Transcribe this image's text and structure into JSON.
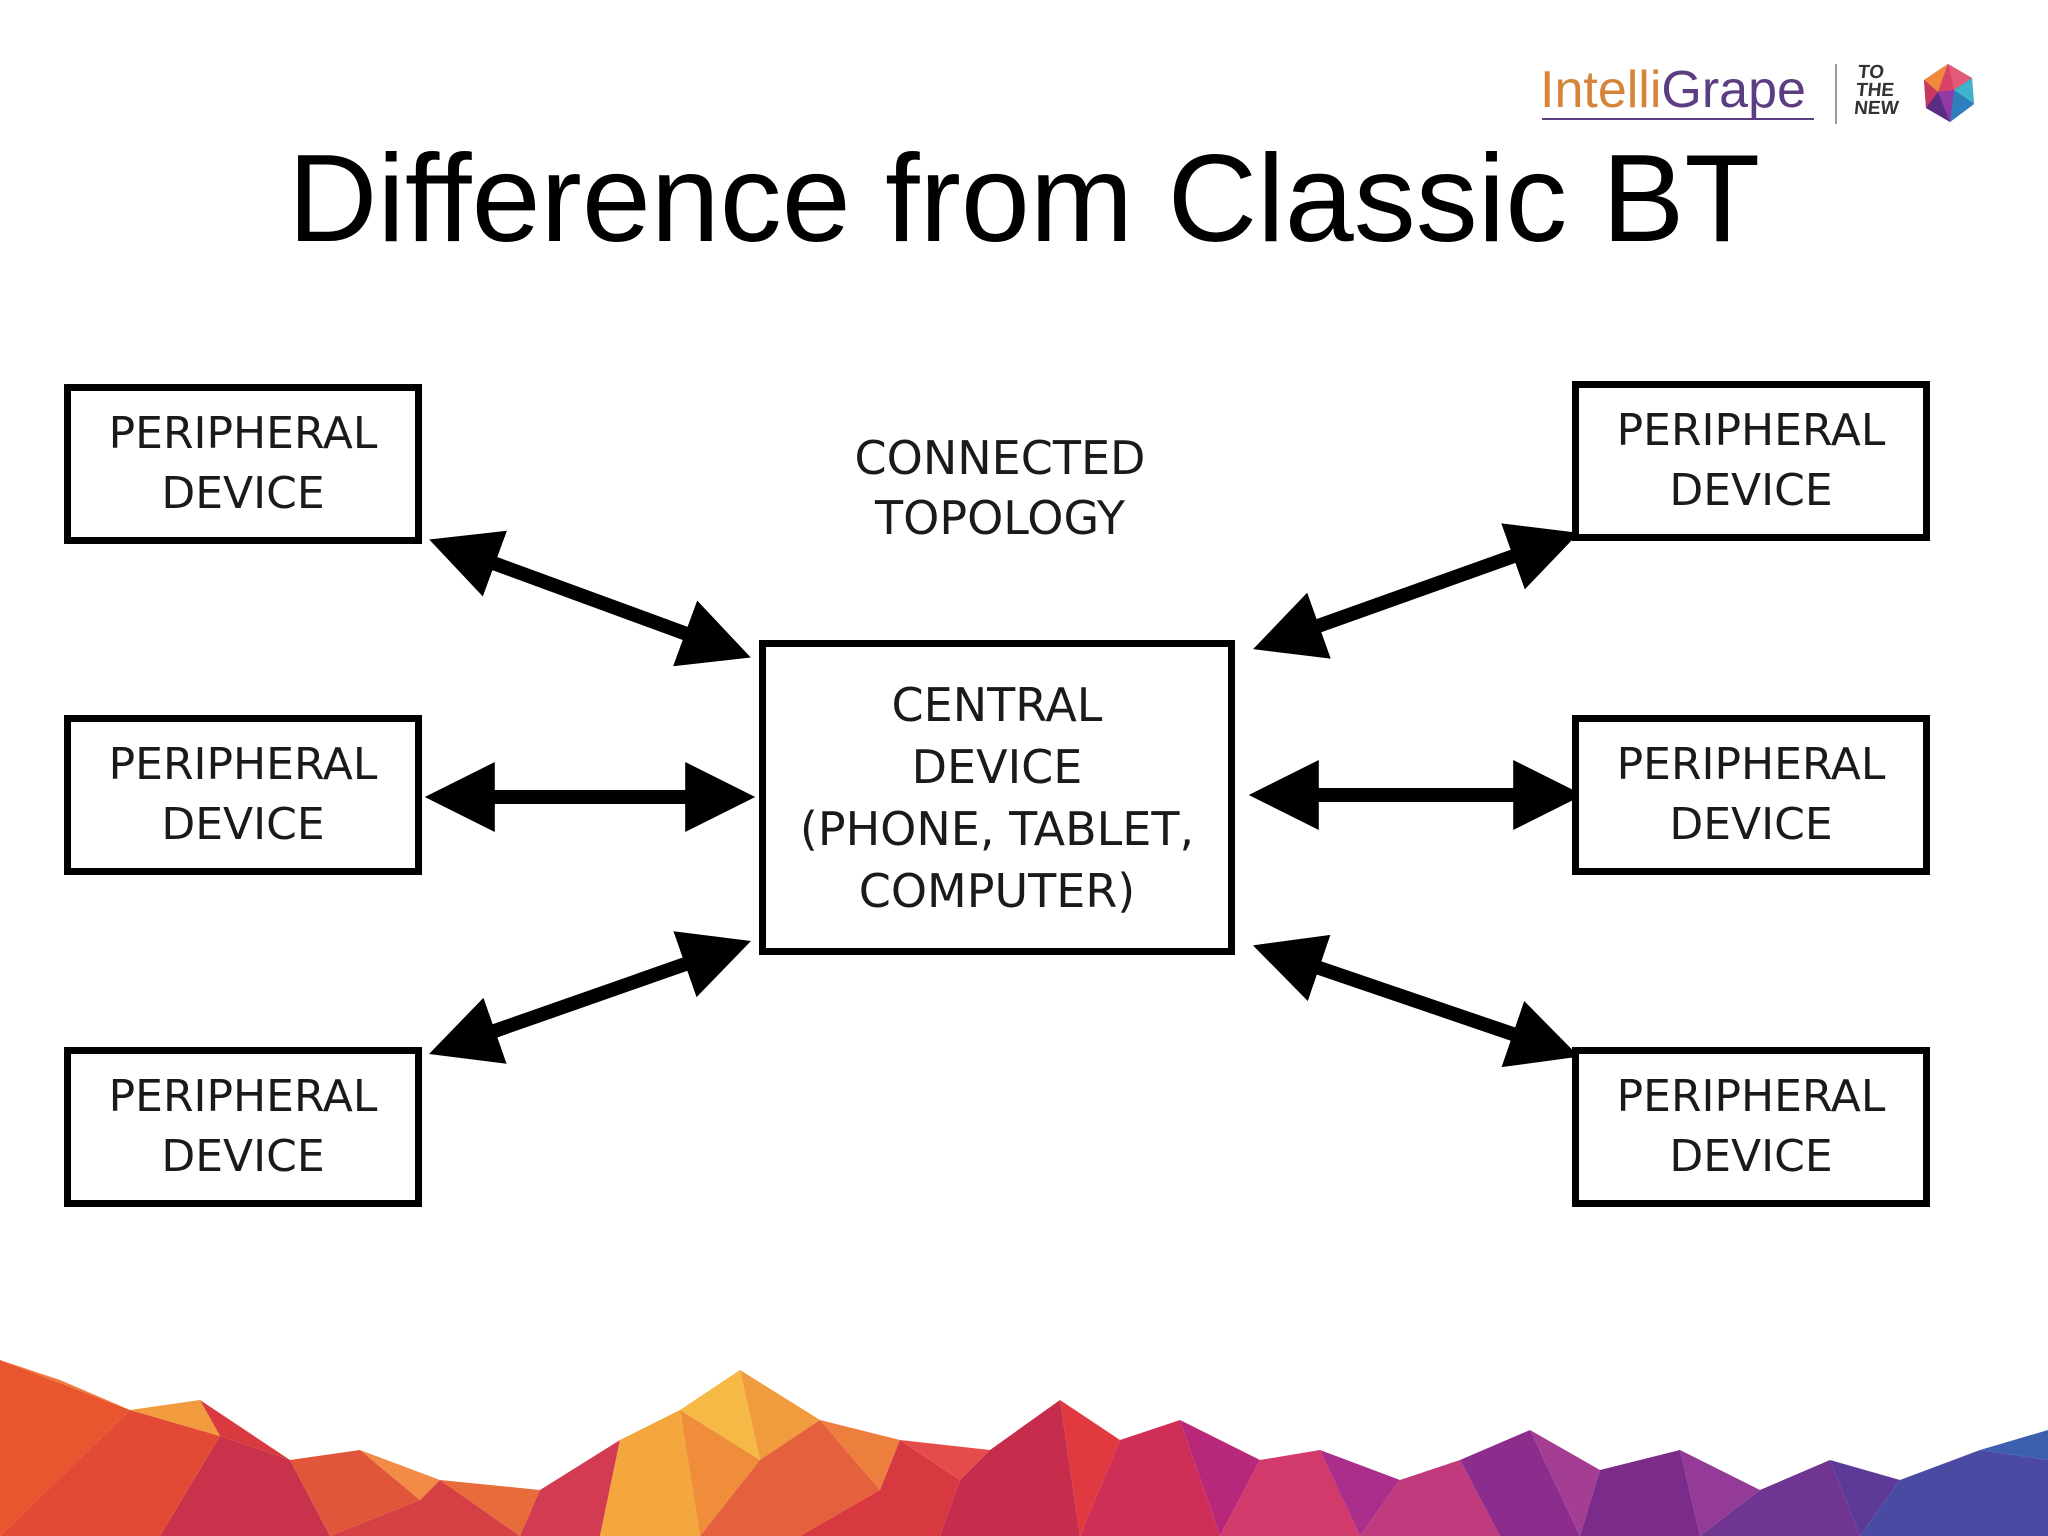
{
  "logo": {
    "brand_part1": "Intelli",
    "brand_part2": "Grape",
    "tagline_lines": [
      "TO",
      "THE",
      "NEW"
    ],
    "colors": {
      "orange": "#d5843a",
      "purple": "#5b3d82"
    }
  },
  "title": "Difference from Classic BT",
  "diagram": {
    "topology_label": [
      "CONNECTED",
      "TOPOLOGY"
    ],
    "central": [
      "CENTRAL",
      "DEVICE",
      "(PHONE, TABLET,",
      "COMPUTER)"
    ],
    "peripherals": [
      [
        "PERIPHERAL",
        "DEVICE"
      ],
      [
        "PERIPHERAL",
        "DEVICE"
      ],
      [
        "PERIPHERAL",
        "DEVICE"
      ],
      [
        "PERIPHERAL",
        "DEVICE"
      ],
      [
        "PERIPHERAL",
        "DEVICE"
      ],
      [
        "PERIPHERAL",
        "DEVICE"
      ]
    ],
    "connections": "bidirectional"
  }
}
